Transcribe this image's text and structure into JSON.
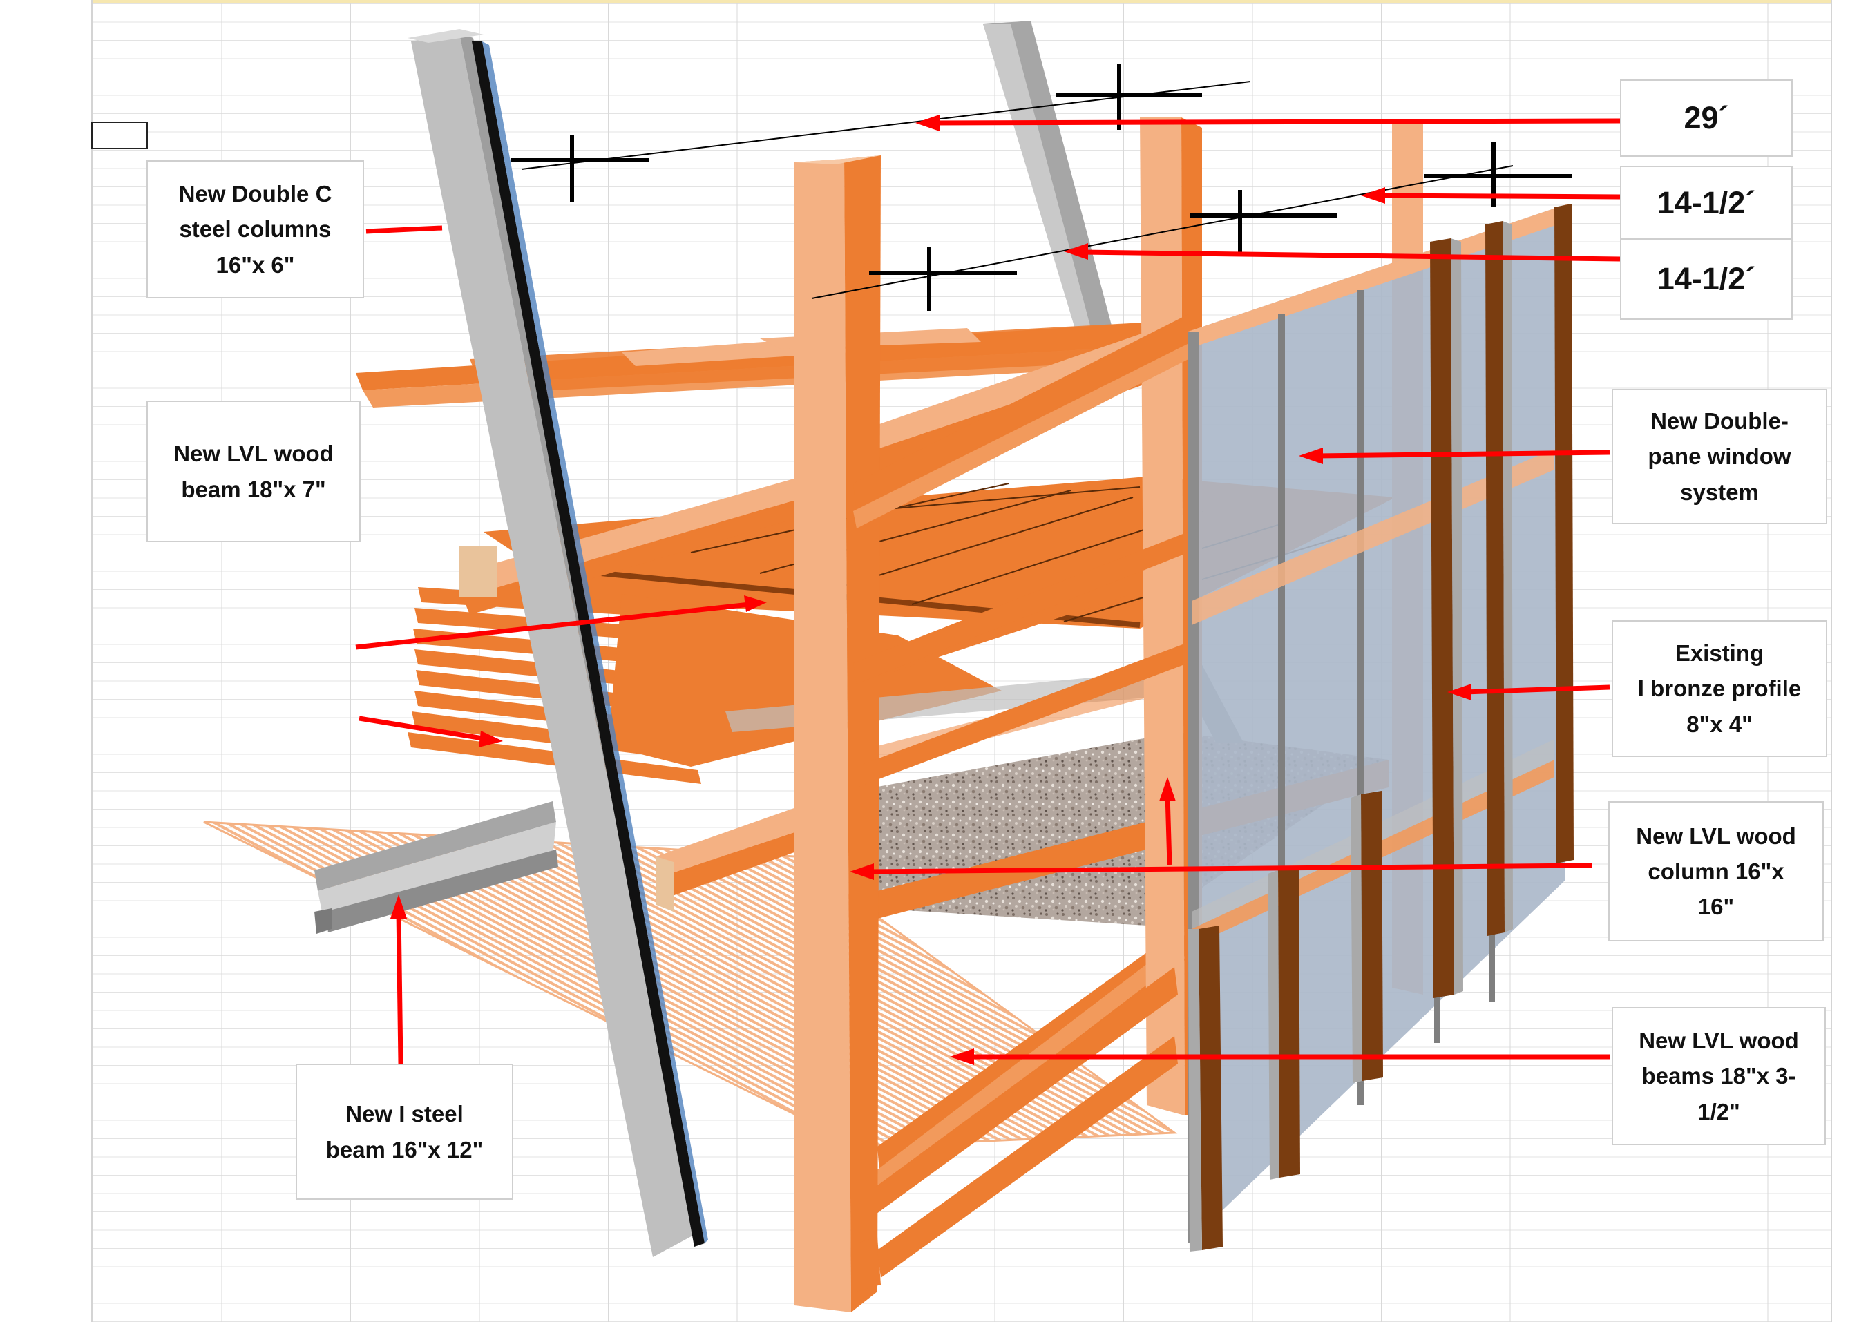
{
  "labels": {
    "double_c_column": "New Double C\nsteel columns\n16\"x 6\"",
    "lvl_beam_top": "New LVL wood\nbeam 18\"x 7\"",
    "i_steel_beam": "New I steel\nbeam 16\"x 12\"",
    "window_system": "New Double-\npane window\nsystem",
    "bronze_profile": "Existing\nI bronze  profile\n8\"x 4\"",
    "lvl_column": "New LVL wood\ncolumn 16\"x\n16\"",
    "lvl_beams_bottom": "New LVL wood\nbeams 18\"x 3-\n1/2\""
  },
  "dimensions": {
    "total": "29´",
    "upper": "14-1/2´",
    "lower": "14-1/2´"
  },
  "colors": {
    "wood_dark": "#ed7d31",
    "wood_light": "#f4b183",
    "wood_mid": "#f29a5c",
    "steel": "#bfbfbf",
    "steel_dark": "#8c8c8c",
    "glass": "#aab7c9",
    "bronze": "#7a3d10",
    "arrow": "#ff0000",
    "gravel": "#a89b92"
  }
}
